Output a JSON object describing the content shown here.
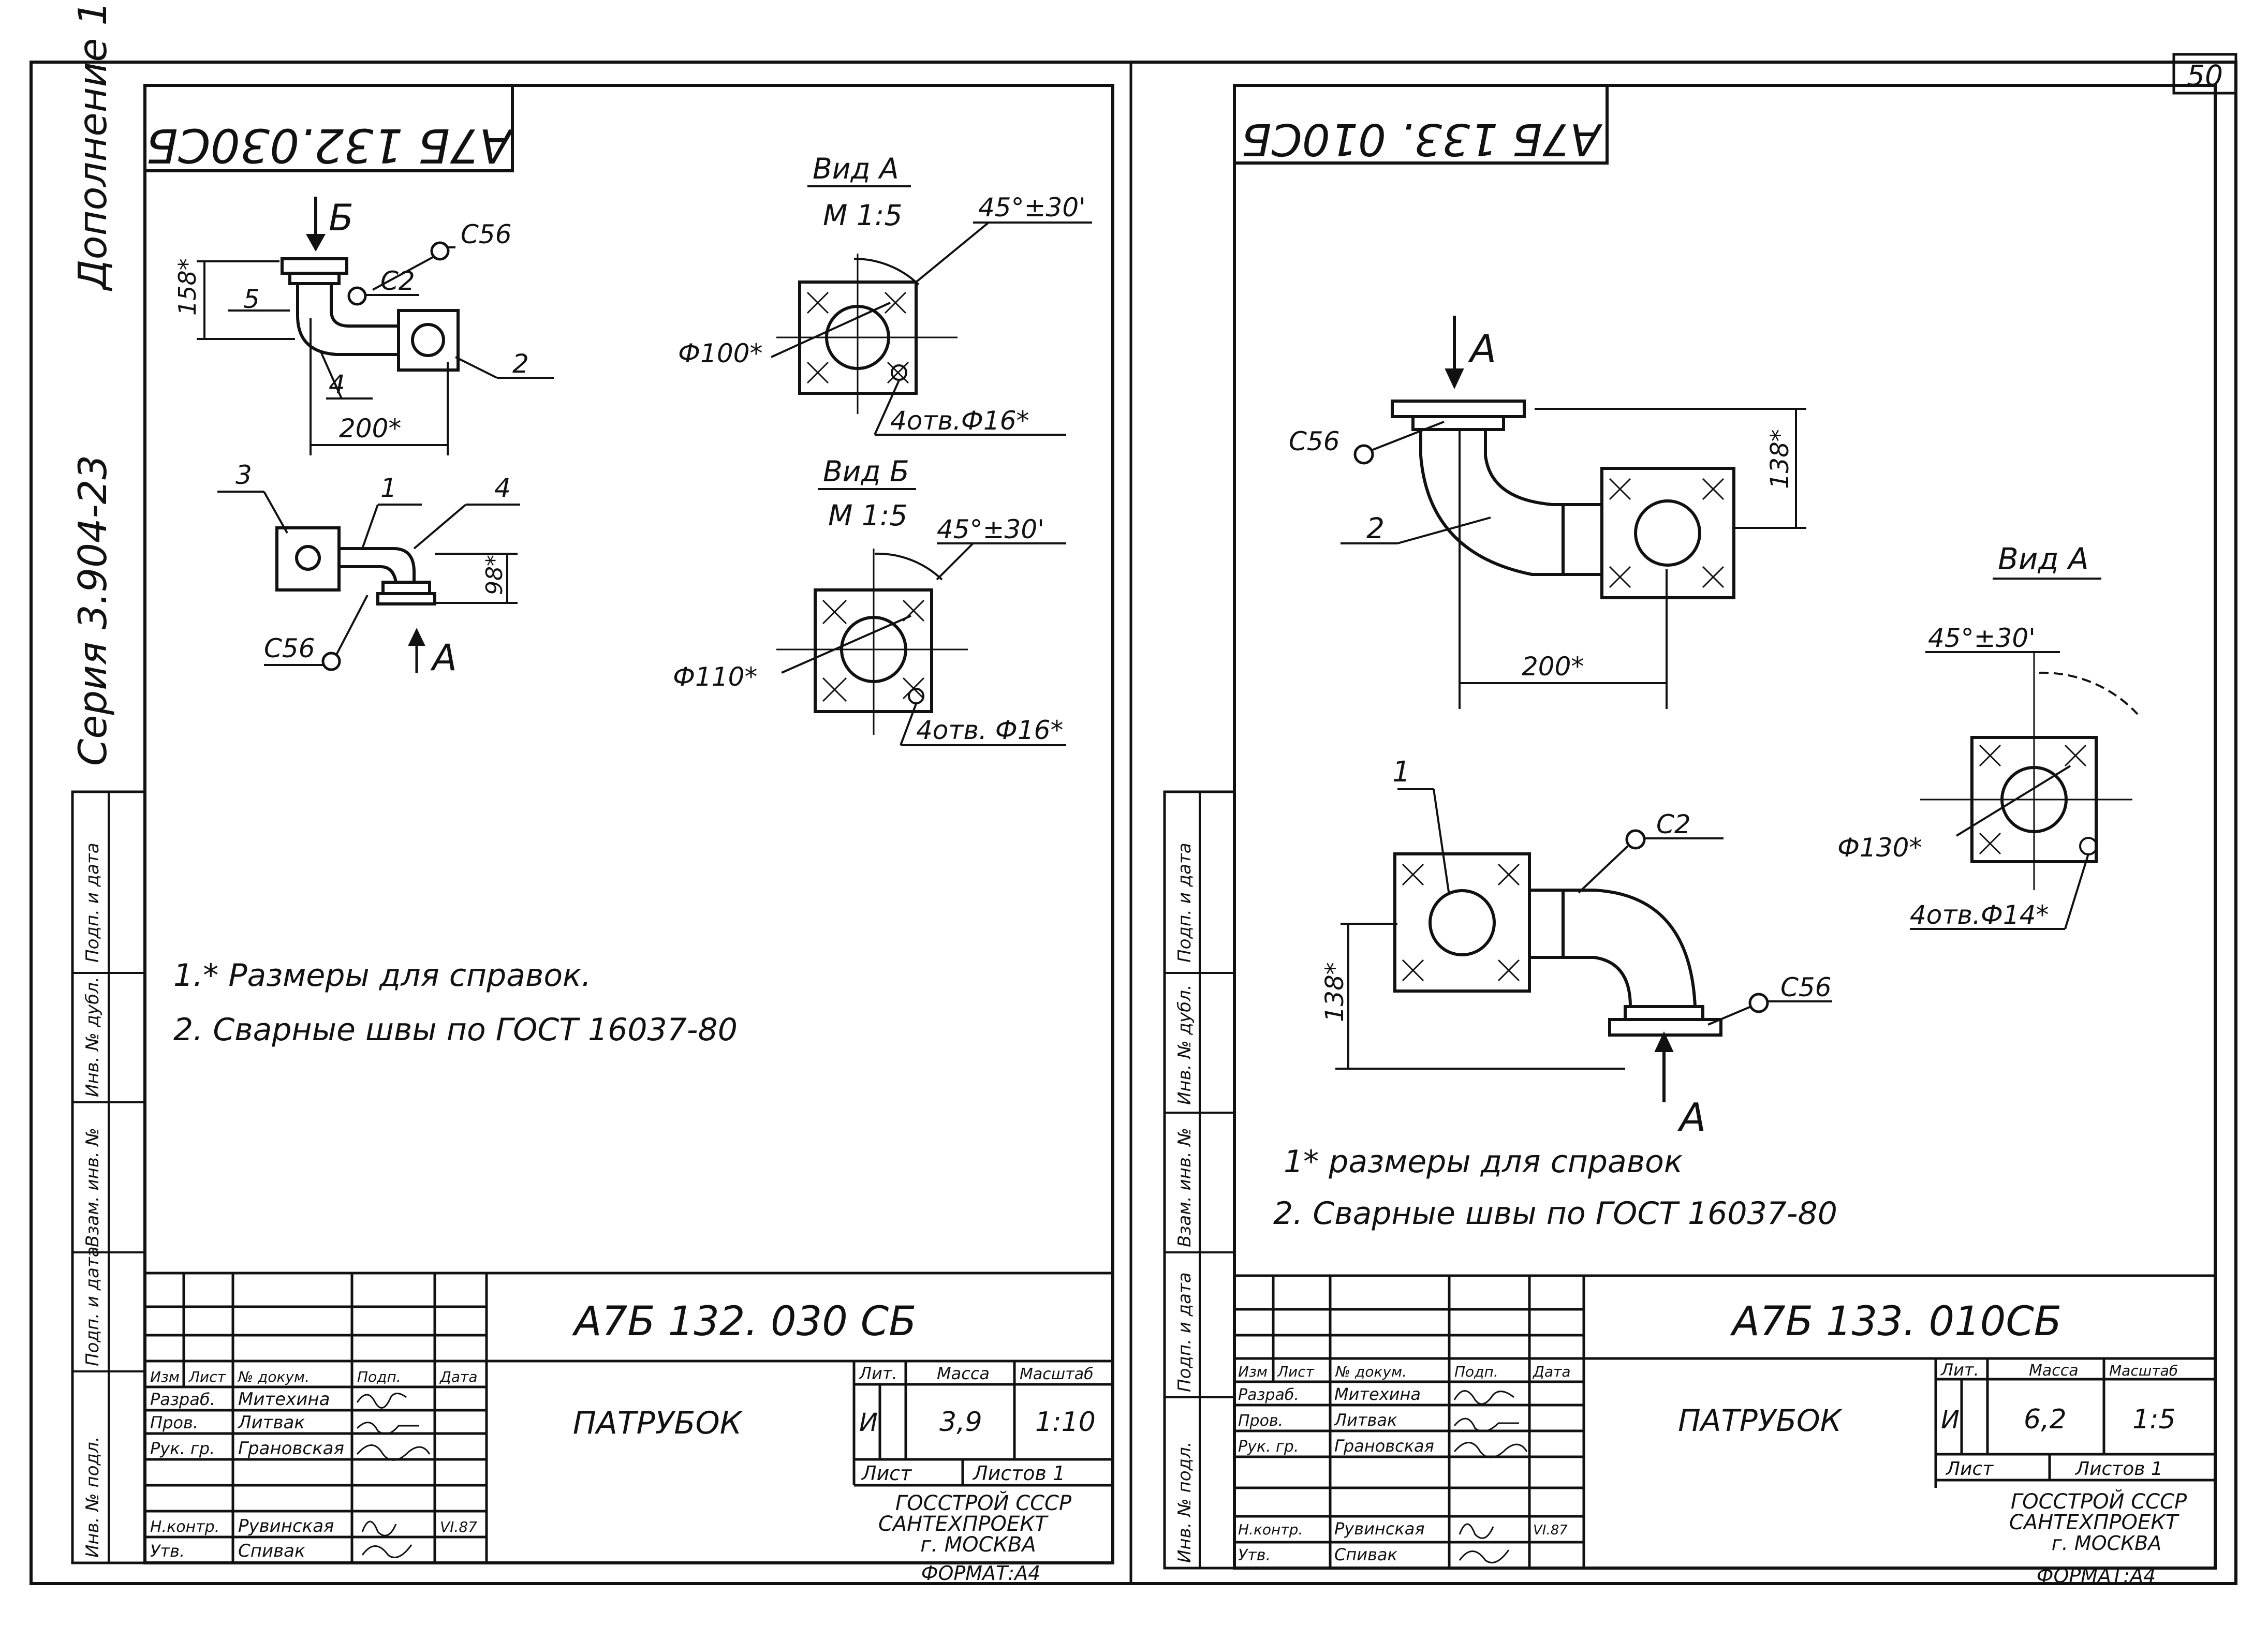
{
  "corner_mark": "50",
  "side_labels": {
    "series": "Серия 3.904-23",
    "addendum": "Дополнение 1"
  },
  "side_column": [
    "Подп. и дата",
    "Инв. № дубл.",
    "Взам. инв. №",
    "Подп. и дата",
    "Инв. № подл."
  ],
  "sheets": [
    {
      "doc_number_top": "А7Б 132.030СБ",
      "doc_number": "А7Б 132. 030 СБ",
      "title": "ПАТРУБОК",
      "litera": "И",
      "mass": "3,9",
      "scale": "1:10",
      "sheet": "Лист",
      "sheets_total": "Листов 1",
      "org": [
        "ГОССТРОЙ СССР",
        "САНТЕХПРОЕКТ",
        "г. МОСКВА"
      ],
      "format": "ФОРМАТ:А4",
      "table_headers": {
        "izm": "Изм",
        "list": "Лист",
        "doc": "№ докум.",
        "sign": "Подп.",
        "date": "Дата",
        "lit": "Лит.",
        "mass": "Масса",
        "scale": "Масштаб"
      },
      "people": [
        {
          "role": "Разраб.",
          "name": "Митехина",
          "date": ""
        },
        {
          "role": "Пров.",
          "name": "Литвак",
          "date": ""
        },
        {
          "role": "Рук. гр.",
          "name": "Грановская",
          "date": ""
        },
        {
          "role": "",
          "name": "",
          "date": ""
        },
        {
          "role": "Н.контр.",
          "name": "Рувинская",
          "date": "VI.87"
        },
        {
          "role": "Утв.",
          "name": "Спивак",
          "date": ""
        }
      ],
      "notes": [
        "1.* Размеры для справок.",
        "2. Сварные   швы    по ГОСТ 16037-80"
      ],
      "drawing": {
        "views": [
          "Вид А",
          "Вид Б"
        ],
        "scale_label": "М 1:5",
        "angle": "45°±30'",
        "dia_a": "Ф100*",
        "dia_b": "Ф110*",
        "holes_a": "4отв.Ф16*",
        "holes_b": "4отв. Ф16*",
        "dim_158": "158*",
        "dim_200": "200*",
        "dim_98": "98*",
        "weld_c56": "С56",
        "weld_c2": "С2",
        "arrow_a": "А",
        "arrow_b": "Б",
        "pos": [
          "1",
          "2",
          "3",
          "4",
          "5"
        ]
      }
    },
    {
      "doc_number_top": "А7Б 133. 010СБ",
      "doc_number": "А7Б 133. 010СБ",
      "title": "ПАТРУБОК",
      "litera": "И",
      "mass": "6,2",
      "scale": "1:5",
      "sheet": "Лист",
      "sheets_total": "Листов 1",
      "org": [
        "ГОССТРОЙ СССР",
        "САНТЕХПРОЕКТ",
        "г. МОСКВА"
      ],
      "format": "ФОРМАТ:А4",
      "table_headers": {
        "izm": "Изм",
        "list": "Лист",
        "doc": "№ докум.",
        "sign": "Подп.",
        "date": "Дата",
        "lit": "Лит.",
        "mass": "Масса",
        "scale": "Масштаб"
      },
      "people": [
        {
          "role": "Разраб.",
          "name": "Митехина",
          "date": ""
        },
        {
          "role": "Пров.",
          "name": "Литвак",
          "date": ""
        },
        {
          "role": "Рук. гр.",
          "name": "Грановская",
          "date": ""
        },
        {
          "role": "",
          "name": "",
          "date": ""
        },
        {
          "role": "Н.контр.",
          "name": "Рувинская",
          "date": "VI.87"
        },
        {
          "role": "Утв.",
          "name": "Спивак",
          "date": ""
        }
      ],
      "notes": [
        "1* размеры для справок",
        "2. Сварные швы   по ГОСТ 16037-80"
      ],
      "drawing": {
        "view": "Вид А",
        "angle": "45°±30'",
        "dia": "Ф130*",
        "holes": "4отв.Ф14*",
        "dim_138_top": "138*",
        "dim_138_bottom": "138*",
        "dim_200": "200*",
        "weld_c56": "С56",
        "weld_c2": "С2",
        "arrow_a": "А",
        "pos": [
          "1",
          "2"
        ]
      }
    }
  ]
}
